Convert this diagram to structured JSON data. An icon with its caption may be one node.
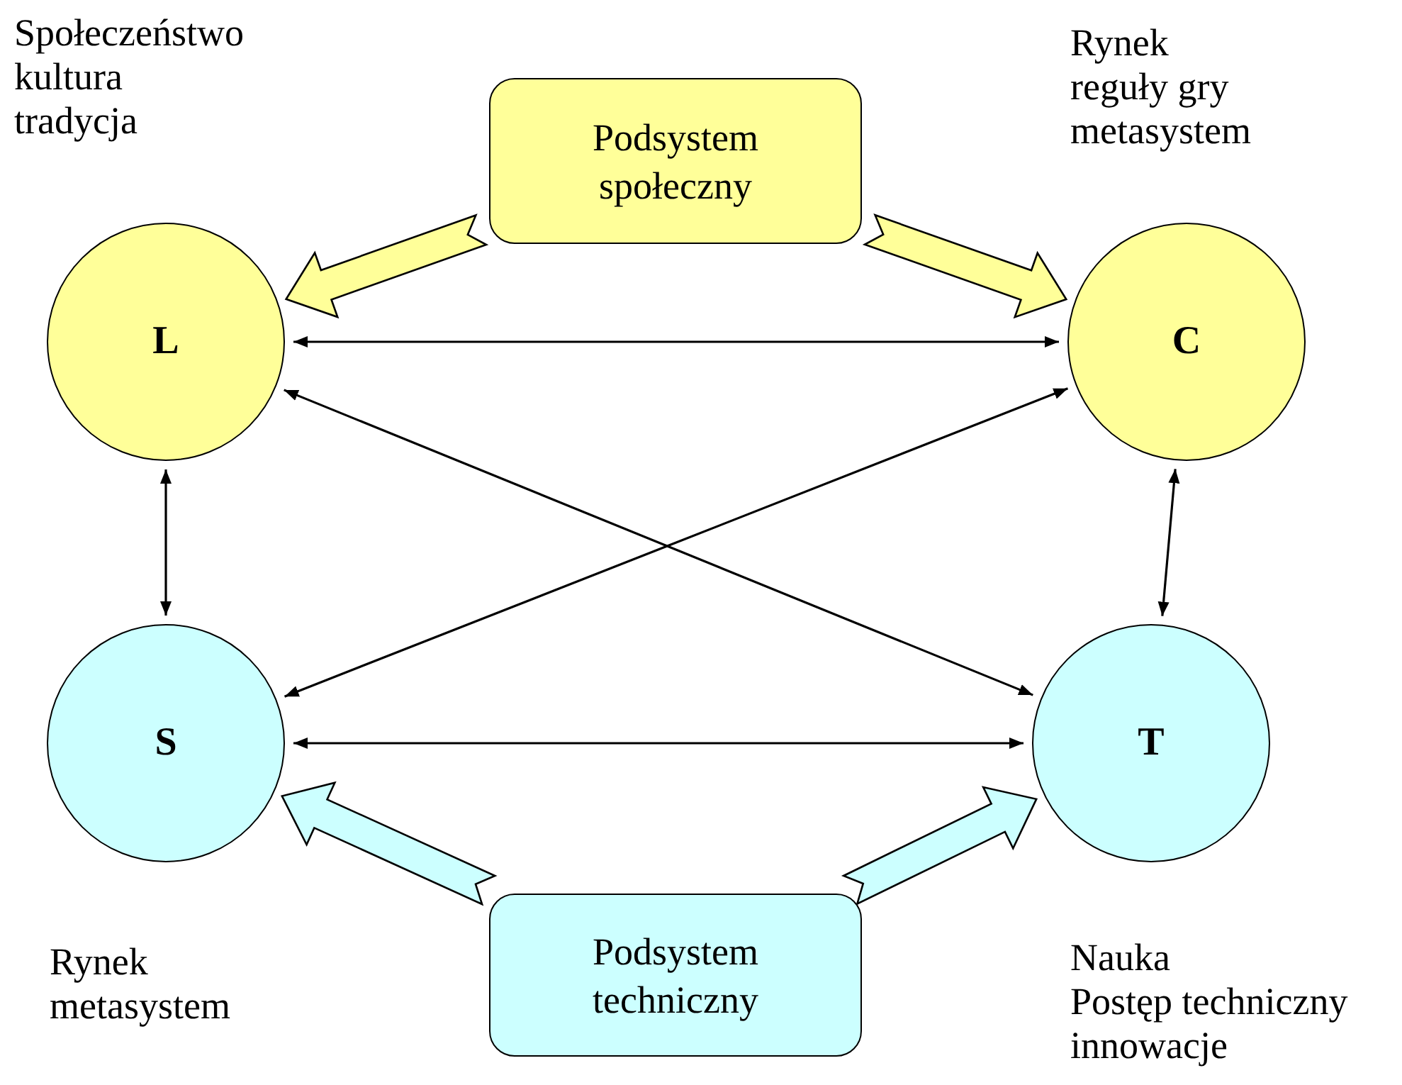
{
  "diagram": {
    "nodes": [
      {
        "text": [
          "Podsystem społeczny"
        ]
      },
      {
        "text": [
          "L"
        ],
        "beside": [
          "Społeczeństwo",
          "kultura",
          "tradycja"
        ]
      },
      {
        "text": [
          "C"
        ],
        "beside": [
          "Rynek",
          "reguły gry",
          "metasystem"
        ]
      },
      {
        "text": [
          "S"
        ],
        "beside": [
          "Rynek",
          "metasystem"
        ]
      },
      {
        "text": [
          "T"
        ],
        "beside": [
          "Nauka",
          "Postęp techniczny",
          "innowacje"
        ]
      },
      {
        "text": [
          "Podsystem techniczny"
        ]
      }
    ],
    "edges": [
      {
        "from": 0,
        "to": 1,
        "arrow": "to",
        "style": "thick",
        "color": "#ffff99"
      },
      {
        "from": 0,
        "to": 2,
        "arrow": "to",
        "style": "thick",
        "color": "#ffff99"
      },
      {
        "from": 1,
        "to": 2,
        "arrow": "both"
      },
      {
        "from": 1,
        "to": 4,
        "arrow": "both"
      },
      {
        "from": 2,
        "to": 3,
        "arrow": "both"
      },
      {
        "from": 1,
        "to": 3,
        "arrow": "both"
      },
      {
        "from": 2,
        "to": 4,
        "arrow": "both"
      },
      {
        "from": 3,
        "to": 4,
        "arrow": "both"
      },
      {
        "from": 5,
        "to": 3,
        "arrow": "to",
        "style": "thick",
        "color": "#ccffff"
      },
      {
        "from": 5,
        "to": 4,
        "arrow": "to",
        "style": "thick",
        "color": "#ccffff"
      }
    ]
  }
}
